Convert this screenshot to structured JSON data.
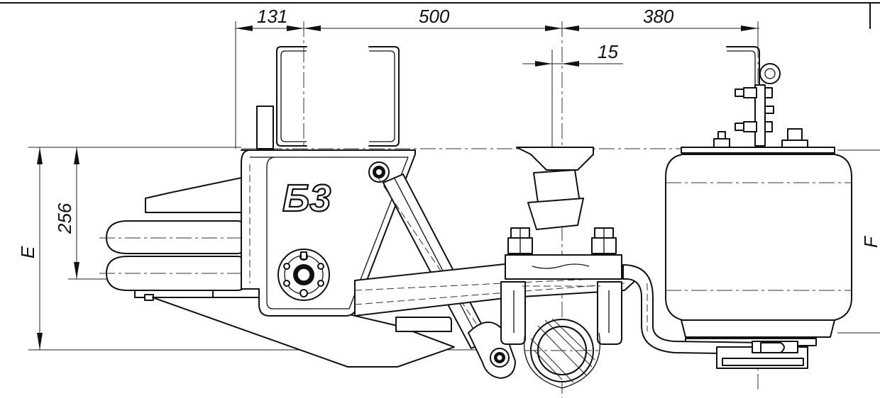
{
  "dimensions": {
    "top_left": "131",
    "top_middle": "500",
    "top_right": "380",
    "offset": "15",
    "height_256": "256",
    "height_e": "E",
    "height_f": "F"
  },
  "logo": {
    "text": "Б3"
  },
  "colors": {
    "line": "#111111",
    "background": "#ffffff"
  }
}
